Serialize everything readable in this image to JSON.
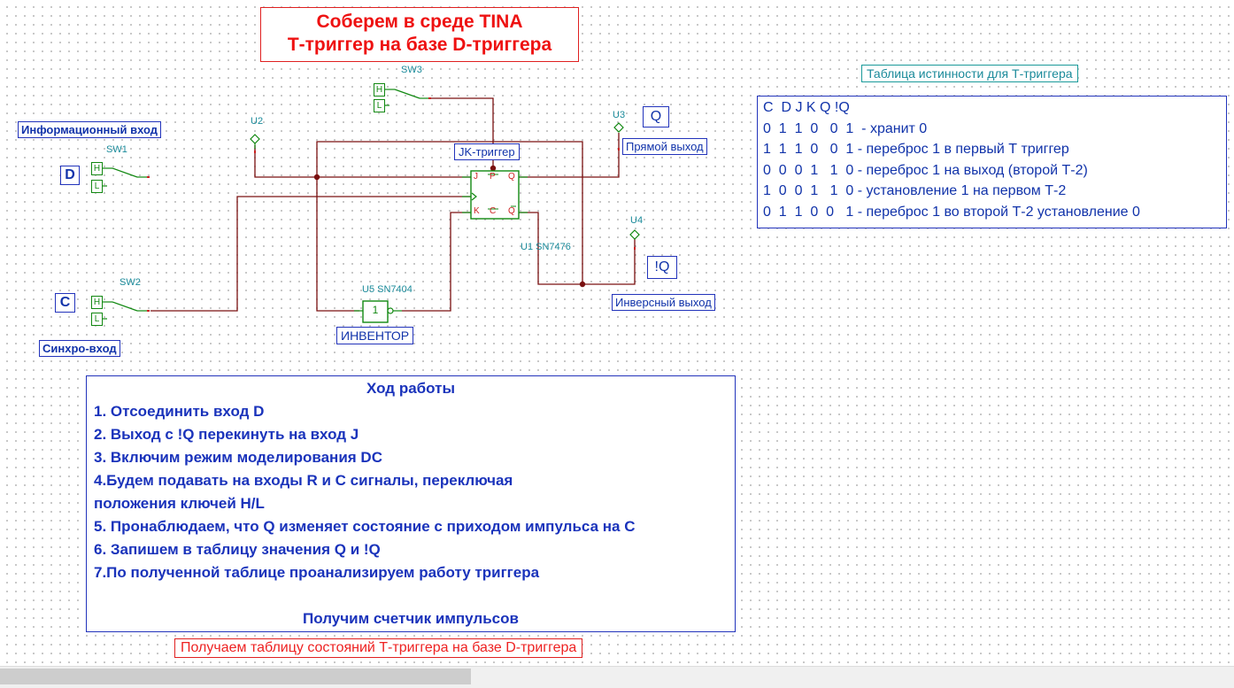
{
  "title": {
    "line1": "Соберем в среде TINA",
    "line2": "Т-триггер на базе D-триггера"
  },
  "labels": {
    "info_input": "Информационный вход",
    "sync_input": "Синхро-вход",
    "direct_output": "Прямой выход",
    "inverse_output": "Инверсный выход",
    "jk_trigger": "JK-триггер",
    "inverter": "ИНВЕНТОР",
    "d_box": "D",
    "c_box": "C",
    "q_box": "Q",
    "nq_box": "!Q"
  },
  "components": {
    "sw1": "SW1",
    "sw2": "SW2",
    "sw3": "SW3",
    "u1": "U1 SN7476",
    "u2": "U2",
    "u3": "U3",
    "u4": "U4",
    "u5": "U5 SN7404",
    "switch_high": "H",
    "switch_low": "L",
    "inverter_symbol": "1",
    "ff_pins": {
      "j": "J",
      "k": "K",
      "q": "Q",
      "nq": "Q",
      "p": "P",
      "c": "C"
    }
  },
  "truth_table": {
    "title": "Таблица истинности для Т-триггера",
    "header": "C  D J K Q !Q",
    "rows": [
      "0  1  1  0   0  1  - хранит 0",
      "1  1  1  0   0  1 - переброс 1 в первый Т триггер",
      "0  0  0  1   1  0 - переброс 1 на выход (второй Т-2)",
      "1  0  0  1   1  0 - установление 1 на первом Т-2",
      "0  1  1  0  0   1 - переброс 1 во второй Т-2 установление 0"
    ]
  },
  "procedure": {
    "title": "Ход работы",
    "steps": [
      "1. Отсоединить вход D",
      "2. Выход с !Q перекинуть на вход J",
      "3. Включим режим моделирования DC",
      "4.Будем подавать на входы R и C сигналы, переключая",
      "положения ключей H/L",
      "5. Пронаблюдаем, что Q изменяет состояние с приходом импульса на C",
      "6. Запишем в таблицу значения Q и !Q",
      "7.По полученной таблице проанализируем работу триггера"
    ],
    "conclusion": "Получим счетчик импульсов"
  },
  "footer_note": "Получаем таблицу состояний Т-триггера на базе D-триггера",
  "colors": {
    "wire": "#7a1010",
    "component_green": "#118811",
    "label_blue": "#1133aa",
    "label_teal": "#1a8a9a",
    "title_red": "#ee1111"
  },
  "icons": [
    "toggle-switch-icon",
    "voltage-probe-icon",
    "jk-flipflop-icon",
    "inverter-gate-icon"
  ]
}
